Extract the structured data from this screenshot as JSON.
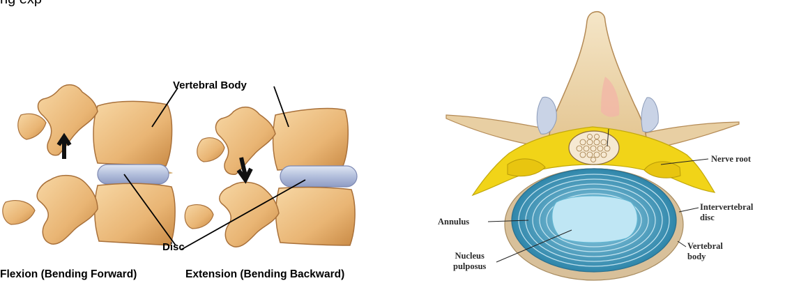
{
  "top_text": "ng exp",
  "left_figure": {
    "labels": {
      "vertebral_body": "Vertebral Body",
      "disc": "Disc"
    },
    "captions": {
      "flexion": "Flexion (Bending Forward)",
      "extension": "Extension (Bending Backward)"
    }
  },
  "right_figure": {
    "labels": {
      "nerve_root": "Nerve root",
      "intervertebral_disc": "Intervertebral\ndisc",
      "annulus": "Annulus",
      "nucleus_pulposus": "Nucleus\npulposus",
      "vertebral_body": "Vertebral\nbody"
    }
  },
  "colors": {
    "bone": "#e9b574",
    "bone_dark": "#c98a45",
    "disc": "#b8c4de",
    "nerve": "#f0d820",
    "annulus": "#4fa7c6",
    "nucleus": "#bfe6f4"
  }
}
